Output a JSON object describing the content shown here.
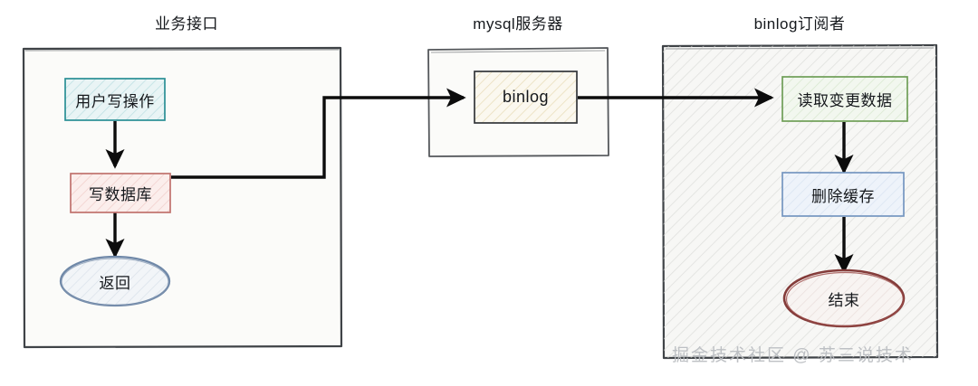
{
  "diagram": {
    "title_row": [
      {
        "id": "lane-business",
        "label": "业务接口"
      },
      {
        "id": "lane-mysql",
        "label": "mysql服务器"
      },
      {
        "id": "lane-subscriber",
        "label": "binlog订阅者"
      }
    ],
    "containers": [
      {
        "id": "container-business",
        "title": "业务接口",
        "fill": "#fafaf8",
        "stroke": "#3f4347",
        "hatched": false
      },
      {
        "id": "container-mysql",
        "title": "mysql服务器",
        "fill": "#fafaf8",
        "stroke": "#55585c",
        "hatched": false
      },
      {
        "id": "container-subscriber",
        "title": "binlog订阅者",
        "fill": "#f6f6f4",
        "stroke": "#3f4347",
        "hatched": true
      }
    ],
    "nodes": [
      {
        "id": "node-user-write",
        "label": "用户写操作",
        "shape": "rect",
        "stroke": "#2a8f95",
        "fill": "#e8f4f5",
        "hatch": "#9fd2d6"
      },
      {
        "id": "node-write-db",
        "label": "写数据库",
        "shape": "rect",
        "stroke": "#c0726e",
        "fill": "#fbeeec",
        "hatch": "#e9b5b0"
      },
      {
        "id": "node-return",
        "label": "返回",
        "shape": "ellipse",
        "stroke": "#6f88a8",
        "fill": "#f2f5f8",
        "hatch": "#c3cfdd"
      },
      {
        "id": "node-binlog",
        "label": "binlog",
        "shape": "rect",
        "stroke": "#33363a",
        "fill": "#fbf8ef",
        "hatch": "#ddcc9a"
      },
      {
        "id": "node-read-changes",
        "label": "读取变更数据",
        "shape": "rect",
        "stroke": "#6f9e57",
        "fill": "#f2f7ef",
        "hatch": "#b9d6a9"
      },
      {
        "id": "node-del-cache",
        "label": "删除缓存",
        "shape": "rect",
        "stroke": "#7596c0",
        "fill": "#eef3fa",
        "hatch": "#bfd2e8"
      },
      {
        "id": "node-end",
        "label": "结束",
        "shape": "ellipse",
        "stroke": "#843c3a",
        "fill": "#f8f4f2",
        "hatch": "#d7c2bd"
      }
    ],
    "edges": [
      {
        "id": "edge-user-write-to-write-db",
        "from": "node-user-write",
        "to": "node-write-db",
        "style": "straight-down"
      },
      {
        "id": "edge-write-db-to-binlog",
        "from": "node-write-db",
        "to": "node-binlog",
        "style": "orthogonal-right-up-right"
      },
      {
        "id": "edge-write-db-to-return",
        "from": "node-write-db",
        "to": "node-return",
        "style": "straight-down"
      },
      {
        "id": "edge-binlog-to-read",
        "from": "node-binlog",
        "to": "node-read-changes",
        "style": "straight-right"
      },
      {
        "id": "edge-read-to-del-cache",
        "from": "node-read-changes",
        "to": "node-del-cache",
        "style": "straight-down"
      },
      {
        "id": "edge-del-cache-to-end",
        "from": "node-del-cache",
        "to": "node-end",
        "style": "straight-down"
      }
    ],
    "watermark": "掘金技术社区 @ 苏三说技术",
    "colors": {
      "background": "#ffffff",
      "arrow": "#0c0c0c",
      "text": "#15181c",
      "watermark": "#b9bcc0"
    }
  }
}
